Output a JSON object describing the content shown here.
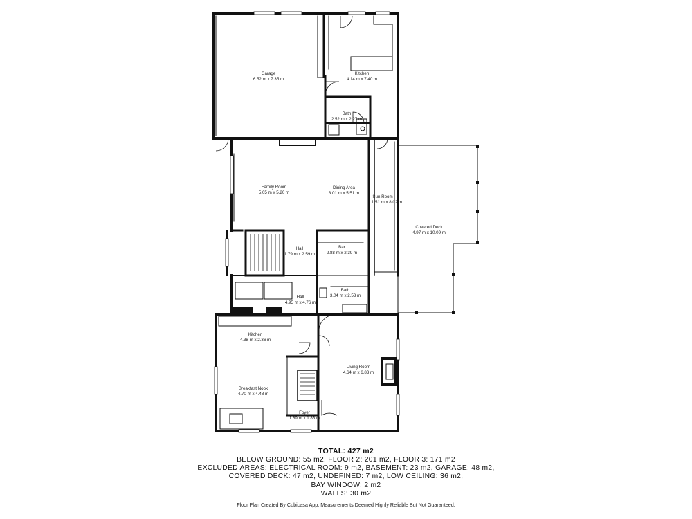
{
  "rooms": {
    "garage": {
      "name": "Garage",
      "dims": "6.52 m x 7.35 m"
    },
    "kitchen_upper": {
      "name": "Kitchen",
      "dims": "4.14 m x 7.40 m"
    },
    "bath_upper": {
      "name": "Bath",
      "dims": "2.52 m x 2.27 m"
    },
    "family_room": {
      "name": "Family Room",
      "dims": "5.05 m x 5.20 m"
    },
    "dining_area": {
      "name": "Dining Area",
      "dims": "3.01 m x 5.51 m"
    },
    "sun_room": {
      "name": "Sun Room",
      "dims": "1.51 m x 8.02 m"
    },
    "covered_deck": {
      "name": "Covered Deck",
      "dims": "4.97 m x 10.09 m"
    },
    "hall_upper": {
      "name": "Hall",
      "dims": "1.79 m x 2.59 m"
    },
    "bar": {
      "name": "Bar",
      "dims": "2.88 m x 2.39 m"
    },
    "bath_lower": {
      "name": "Bath",
      "dims": "3.04 m x 2.53 m"
    },
    "hall_lower": {
      "name": "Hall",
      "dims": "4.95 m x 4.76 m"
    },
    "kitchen_lower": {
      "name": "Kitchen",
      "dims": "4.38 m x 2.36 m"
    },
    "breakfast_nook": {
      "name": "Breakfast Nook",
      "dims": "4.70 m x 4.48 m"
    },
    "living_room": {
      "name": "Living Room",
      "dims": "4.64 m x 6.83 m"
    },
    "foyer": {
      "name": "Foyer",
      "dims": "1.89 m x 1.83 m"
    }
  },
  "summary": {
    "total": "TOTAL: 427 m2",
    "line1": "BELOW GROUND: 55 m2, FLOOR 2: 201 m2, FLOOR 3: 171 m2",
    "line2": "EXCLUDED AREAS: ELECTRICAL ROOM: 9 m2, BASEMENT: 23 m2, GARAGE: 48 m2,",
    "line3": "COVERED DECK: 47 m2, UNDEFINED: 7 m2, LOW CEILING: 36 m2,",
    "line4": "BAY WINDOW: 2 m2",
    "line5": "WALLS: 30 m2"
  },
  "footer": "Floor Plan Created By Cubicasa App. Measurements Deemed Highly Reliable But Not Guaranteed."
}
